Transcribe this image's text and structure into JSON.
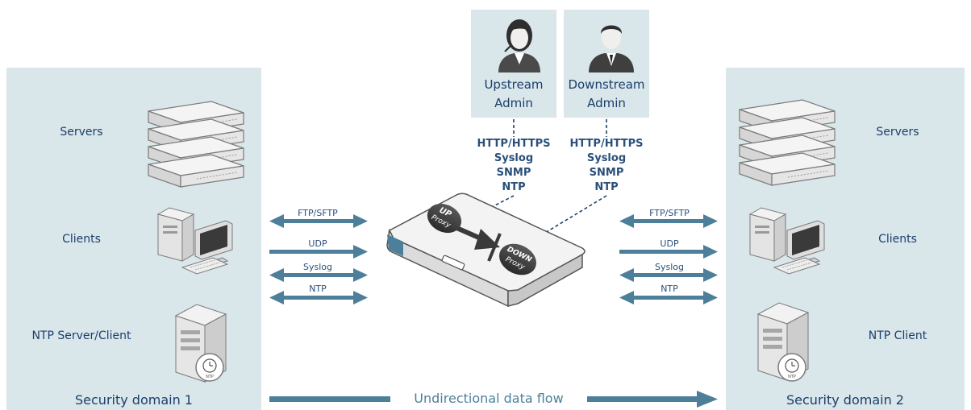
{
  "colors": {
    "panel_bg": "#d9e6ea",
    "arrow": "#4d7f9a",
    "label_dark": "#1c3f6b",
    "label_mid": "#2a4f7a"
  },
  "domain1": {
    "title": "Security domain 1",
    "items": [
      {
        "label": "Servers",
        "icon": "server-rack-icon"
      },
      {
        "label": "Clients",
        "icon": "desktop-computer-icon"
      },
      {
        "label": "NTP Server/Client",
        "icon": "ntp-server-tower-icon"
      }
    ]
  },
  "domain2": {
    "title": "Security domain 2",
    "items": [
      {
        "label": "Servers",
        "icon": "server-rack-icon"
      },
      {
        "label": "Clients",
        "icon": "desktop-computer-icon"
      },
      {
        "label": "NTP Client",
        "icon": "ntp-client-tower-icon"
      }
    ]
  },
  "admins": [
    {
      "line1": "Upstream",
      "line2": "Admin",
      "icon": "female-admin-icon",
      "protocols": [
        "HTTP/HTTPS",
        "Syslog",
        "SNMP",
        "NTP"
      ]
    },
    {
      "line1": "Downstream",
      "line2": "Admin",
      "icon": "male-admin-icon",
      "protocols": [
        "HTTP/HTTPS",
        "Syslog",
        "SNMP",
        "NTP"
      ]
    }
  ],
  "left_protocols": [
    "FTP/SFTP",
    "UDP",
    "Syslog",
    "NTP"
  ],
  "right_protocols": [
    "FTP/SFTP",
    "UDP",
    "Syslog",
    "NTP"
  ],
  "appliance": {
    "up_label": "UP",
    "up_sub": "Proxy",
    "down_label": "DOWN",
    "down_sub": "Proxy"
  },
  "ntp_badge": "NTP",
  "flow_label": "Undirectional data flow"
}
